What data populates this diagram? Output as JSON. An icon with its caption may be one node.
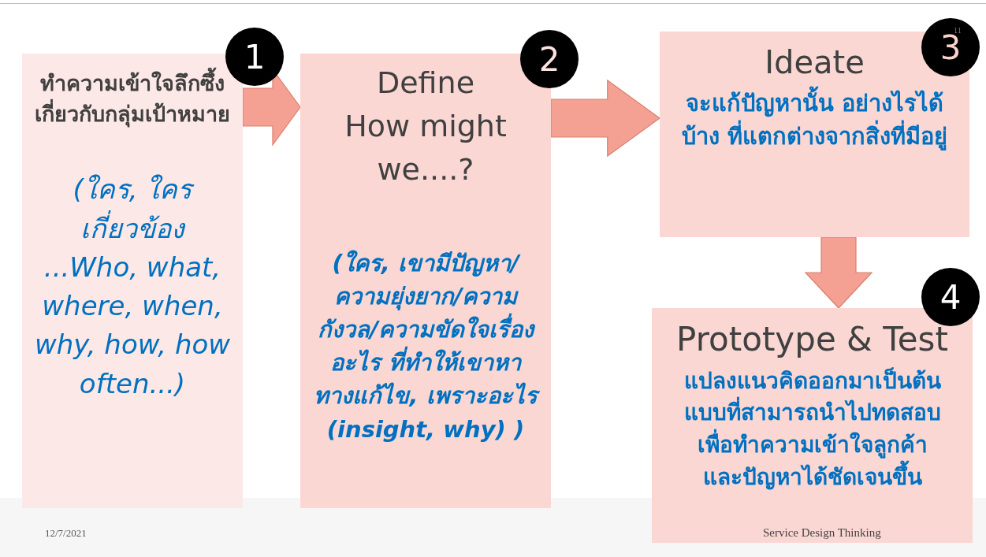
{
  "diagram": {
    "nodes": [
      {
        "text": [
          "ทำความเข้าใจลึกซึ้งเกี่ยวกับกลุ่มเป้าหมาย",
          "(ใคร, ใครเกี่ยวข้อง ...Who, what, where, when, why, how, how often...)"
        ]
      },
      {
        "text": [
          "Define How might we....?",
          "(ใคร, เขามีปัญหา/ความยุ่งยาก/ความกังวล/ความขัดใจเรื่องอะไร ที่ทำให้เขาหาทางแก้ไข, เพราะอะไร (insight, why) )"
        ]
      },
      {
        "text": [
          "Ideate",
          "จะแก้ปัญหานั้น อย่างไรได้บ้าง ที่แตกต่างจากสิ่งที่มีอยู่"
        ]
      },
      {
        "text": [
          "Prototype & Test",
          "แปลงแนวคิดออกมาเป็นต้นแบบที่สามารถนำไปทดสอบเพื่อทำความเข้าใจลูกค้าและปัญหาได้ชัดเจนขึ้น"
        ]
      },
      {
        "text": [
          "1"
        ]
      },
      {
        "text": [
          "2"
        ]
      },
      {
        "text": [
          "3"
        ]
      },
      {
        "text": [
          "4"
        ]
      }
    ],
    "edges": [
      {
        "from": 0,
        "to": 1,
        "arrow": "to"
      },
      {
        "from": 1,
        "to": 2,
        "arrow": "to"
      },
      {
        "from": 2,
        "to": 3,
        "arrow": "to"
      }
    ],
    "labels": [
      "11",
      "12/7/2021",
      "Service Design Thinking"
    ]
  }
}
